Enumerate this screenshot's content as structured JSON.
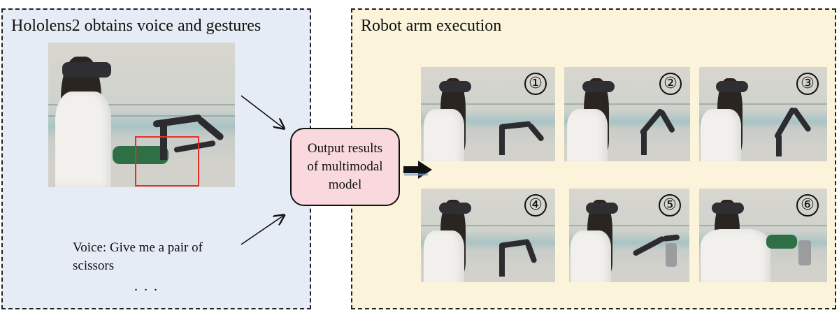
{
  "left_panel": {
    "title": "Hololens2 obtains voice and gestures",
    "background": "#e6ecf6",
    "voice_text": "Voice: Give me a pair of scissors",
    "ellipsis": ". . ."
  },
  "center": {
    "label": "Output results of multimodal model",
    "fill": "#f9d9de"
  },
  "right_panel": {
    "title": "Robot arm execution",
    "background": "#fbf4da",
    "steps": [
      "①",
      "②",
      "③",
      "④",
      "⑤",
      "⑥"
    ]
  },
  "colors": {
    "gesture_box": "#e0322b",
    "arrow": "#111111"
  }
}
